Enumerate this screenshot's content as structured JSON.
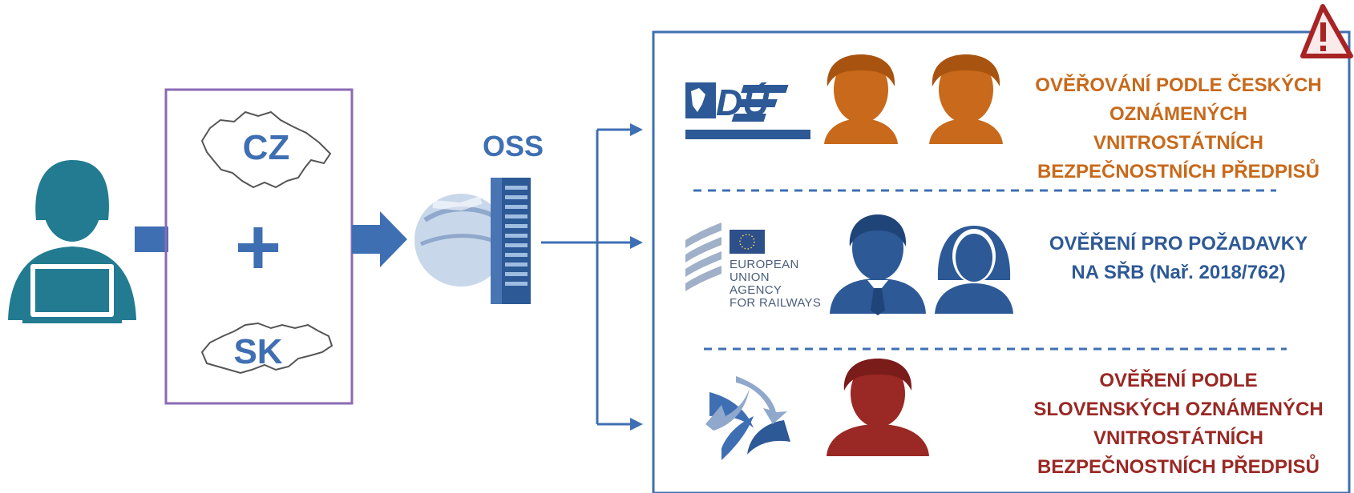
{
  "left_box": {
    "country_top": "CZ",
    "plus": "+",
    "country_bottom": "SK"
  },
  "server": {
    "label": "OSS"
  },
  "colors": {
    "orange": "#c8691b",
    "blue": "#2d5996",
    "red": "#9a2824",
    "teal": "#227b90",
    "purple": "#8a6ab3",
    "accent_blue": "#3f6fb3"
  },
  "rows": [
    {
      "logo_text": "DÚ",
      "text_lines": [
        "OVĚŘOVÁNÍ PODLE ČESKÝCH",
        "OZNÁMENÝCH",
        "VNITROSTÁTNÍCH",
        "BEZPEČNOSTNÍCH PŘEDPISŮ"
      ]
    },
    {
      "logo_lines": [
        "EUROPEAN",
        "UNION",
        "AGENCY",
        "FOR RAILWAYS"
      ],
      "text_lines": [
        "OVĚŘENÍ PRO POŽADAVKY",
        "NA SŘB (Nař. 2018/762)"
      ]
    },
    {
      "text_lines": [
        "OVĚŘENÍ PODLE",
        "SLOVENSKÝCH OZNÁMENÝCH",
        "VNITROSTÁTNÍCH",
        "BEZPEČNOSTNÍCH PŘEDPISŮ"
      ]
    }
  ],
  "icons": {
    "user": "user-at-laptop-icon",
    "server": "server-globe-icon",
    "warning": "warning-icon",
    "cz_map": "czech-map-icon",
    "sk_map": "slovakia-map-icon"
  }
}
